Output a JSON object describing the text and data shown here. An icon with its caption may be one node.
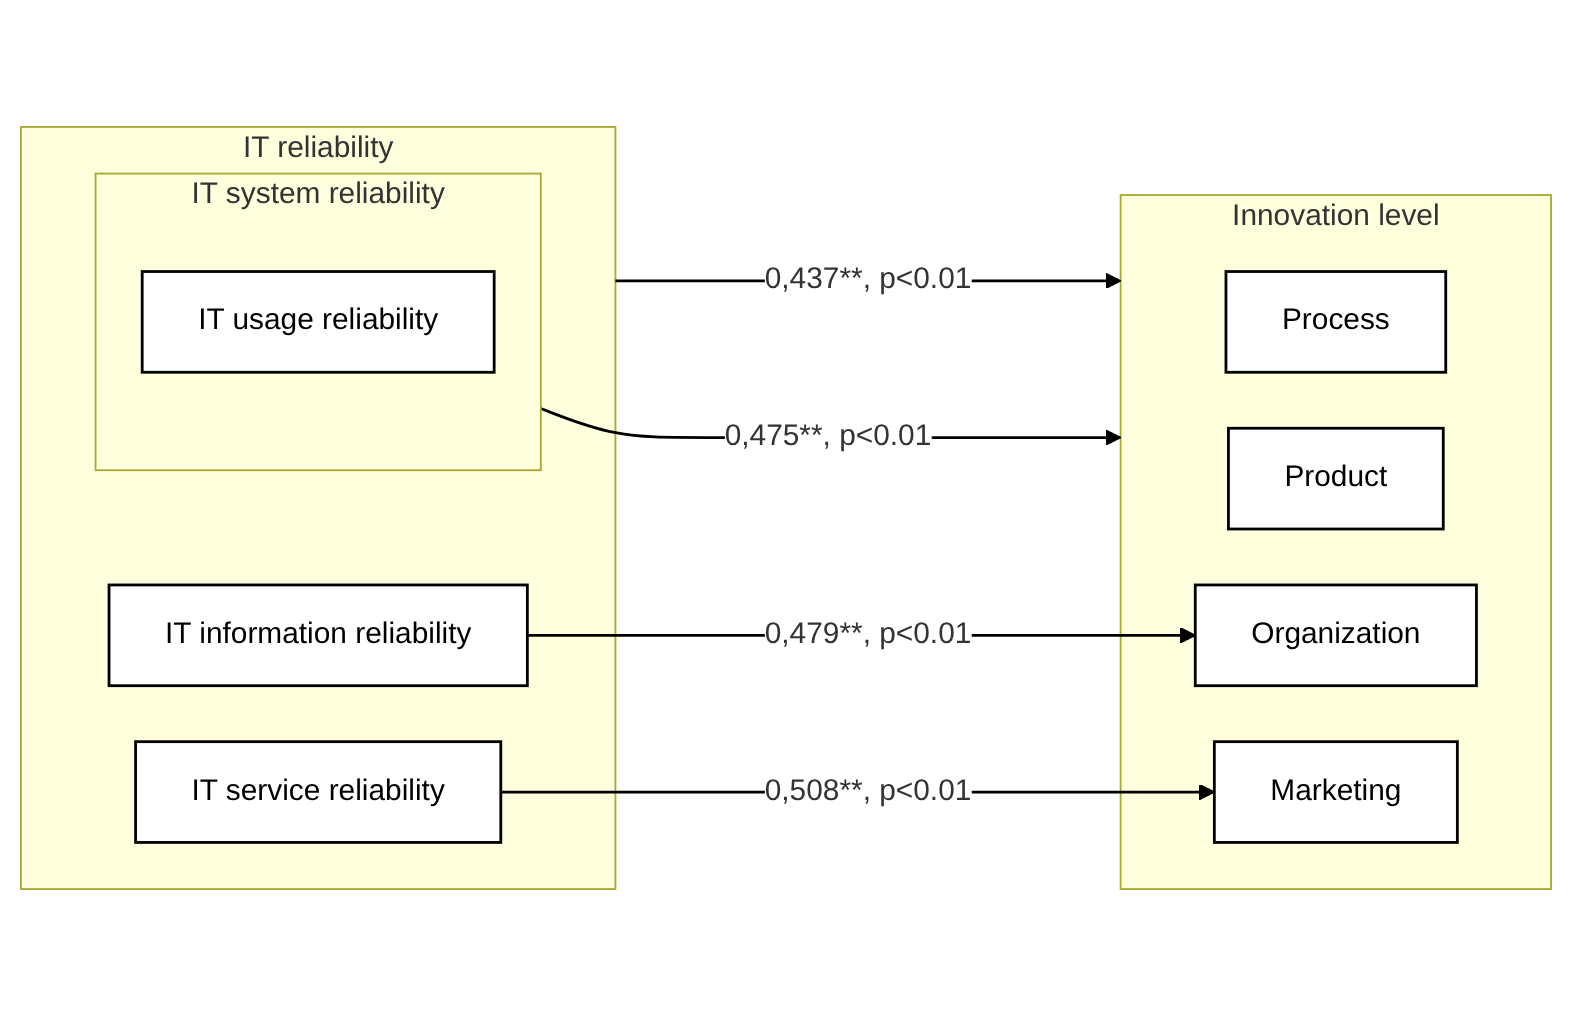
{
  "diagram": {
    "nodes": [
      {
        "text": [
          "IT reliability"
        ]
      },
      {
        "text": [
          "IT system reliability"
        ],
        "in": 0
      },
      {
        "text": [
          "IT usage reliability"
        ],
        "in": 1
      },
      {
        "text": [
          "IT information reliability"
        ],
        "in": 0
      },
      {
        "text": [
          "IT service reliability"
        ],
        "in": 0
      },
      {
        "text": [
          "Innovation level"
        ]
      },
      {
        "text": [
          "Process"
        ],
        "in": 5
      },
      {
        "text": [
          "Product"
        ],
        "in": 5
      },
      {
        "text": [
          "Organization"
        ],
        "in": 5
      },
      {
        "text": [
          "Marketing"
        ],
        "in": 5
      }
    ],
    "edges": [
      {
        "from": 0,
        "to": 5,
        "arrow": "to",
        "label": "0,437**, p<0.01"
      },
      {
        "from": 1,
        "to": 5,
        "arrow": "to",
        "label": "0,475**, p<0.01"
      },
      {
        "from": 3,
        "to": 8,
        "arrow": "to",
        "label": "0,479**, p<0.01"
      },
      {
        "from": 4,
        "to": 9,
        "arrow": "to",
        "label": "0,508**, p<0.01"
      }
    ]
  }
}
